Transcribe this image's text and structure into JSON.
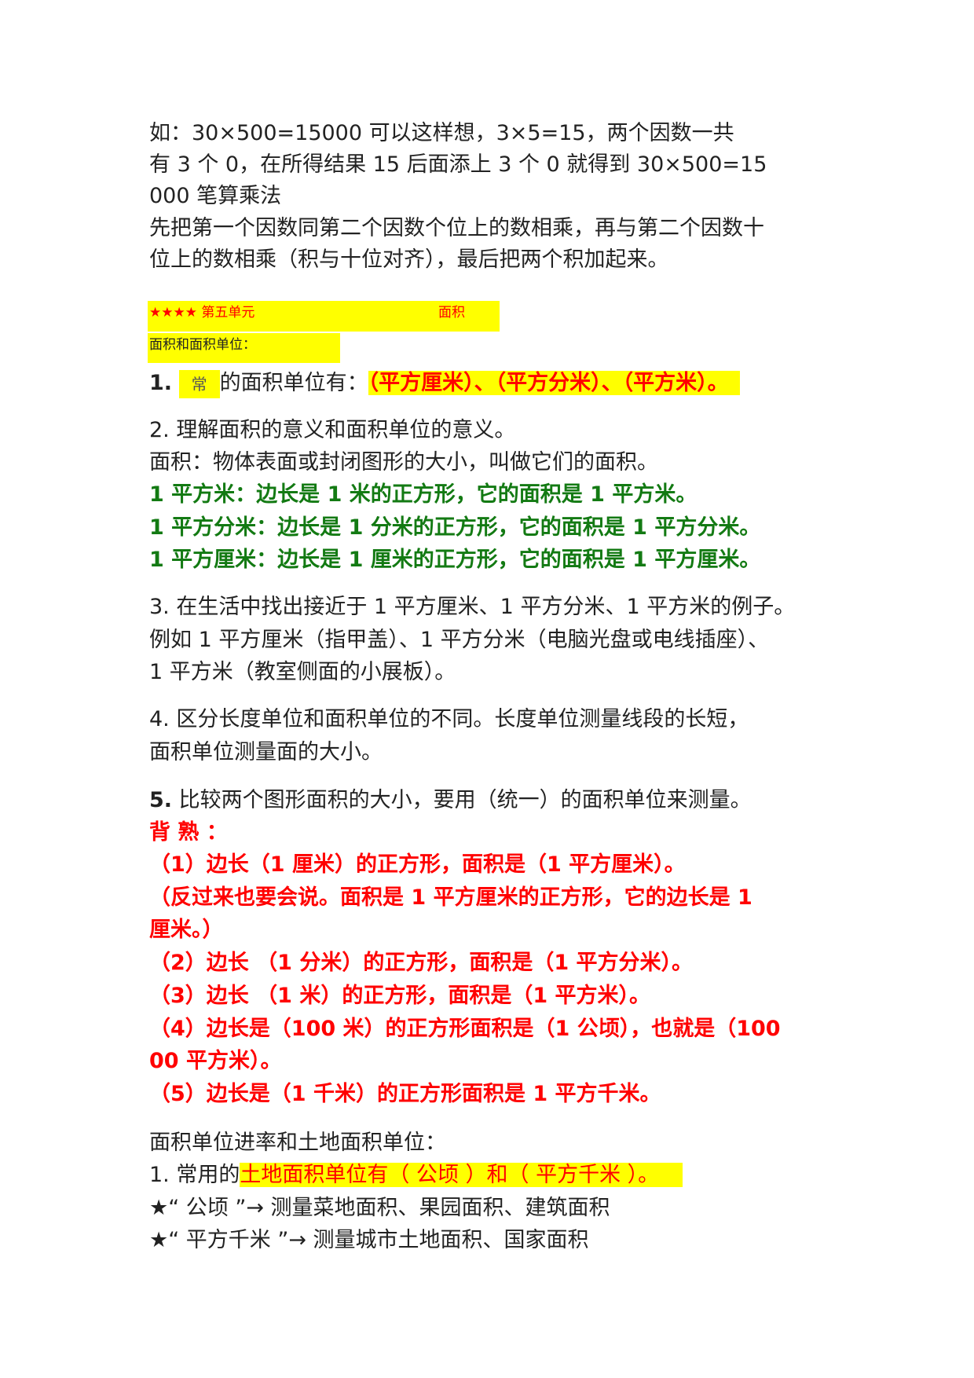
{
  "intro": {
    "line1": "如：30×500=15000  可以这样想，3×5=15，两个因数一共",
    "line2": "有 3 个 0，在所得结果 15 后面添上 3 个 0 就得到 30×500=15",
    "line3": "000 笔算乘法",
    "line4": "先把第一个因数同第二个因数个位上的数相乘，再与第二个因数十",
    "line5": "位上的数相乘（积与十位对齐），最后把两个积加起来。"
  },
  "unit_header": {
    "stars": "★★★★ 第五单元",
    "topic": "面积",
    "subtitle": "面积和面积单位："
  },
  "item1": {
    "num": "1.",
    "garbled": "常",
    "text": "的面积单位有：",
    "units": "（平方厘米）、（平方分米）、（平方米）。"
  },
  "item2": {
    "title": "2. 理解面积的意义和面积单位的意义。",
    "def": "面积：物体表面或封闭图形的大小，叫做它们的面积。",
    "m2": "1 平方米：边长是 1 米的正方形，它的面积是 1 平方米。",
    "dm2": "1 平方分米：边长是 1 分米的正方形，它的面积是 1 平方分米。",
    "cm2": "1 平方厘米：边长是 1 厘米的正方形，它的面积是 1 平方厘米。"
  },
  "item3": {
    "line1": "3. 在生活中找出接近于 1 平方厘米、1 平方分米、1 平方米的例子。",
    "line2": "例如 1 平方厘米（指甲盖）、1 平方分米（电脑光盘或电线插座）、",
    "line3": "1 平方米（教室侧面的小展板）。"
  },
  "item4": {
    "line1": "4.  区分长度单位和面积单位的不同。长度单位测量线段的长短，",
    "line2": "面积单位测量面的大小。"
  },
  "item5": {
    "num": "5.",
    "text": "  比较两个图形面积的大小，要用（统一）的面积单位来测量。",
    "memorize": "背  熟  ：",
    "r1": "（1）边长（1 厘米）的正方形，面积是（1 平方厘米）。",
    "r1b": "（反过来也要会说。面积是 1 平方厘米的正方形，它的边长是 1",
    "r1c": "厘米。）",
    "r2": "（2）边长        （1 分米）的正方形，面积是（1 平方分米）。",
    "r3": "（3）边长        （1 米）的正方形，面积是（1 平方米）。",
    "r4": "（4）边长是（100 米）的正方形面积是（1 公顷），也就是（100",
    "r4b": "00 平方米）。",
    "r5": "（5）边长是（1 千米）的正方形面积是 1 平方千米。"
  },
  "land": {
    "title": "面积单位进率和土地面积单位：",
    "prefix": "1. 常用的",
    "units": "土地面积单位有（     公顷     ）和（     平方千米     ）。",
    "hectare": "★“ 公顷 ”→ 测量菜地面积、果园面积、建筑面积",
    "km2": "★“ 平方千米 ”→ 测量城市土地面积、国家面积"
  }
}
